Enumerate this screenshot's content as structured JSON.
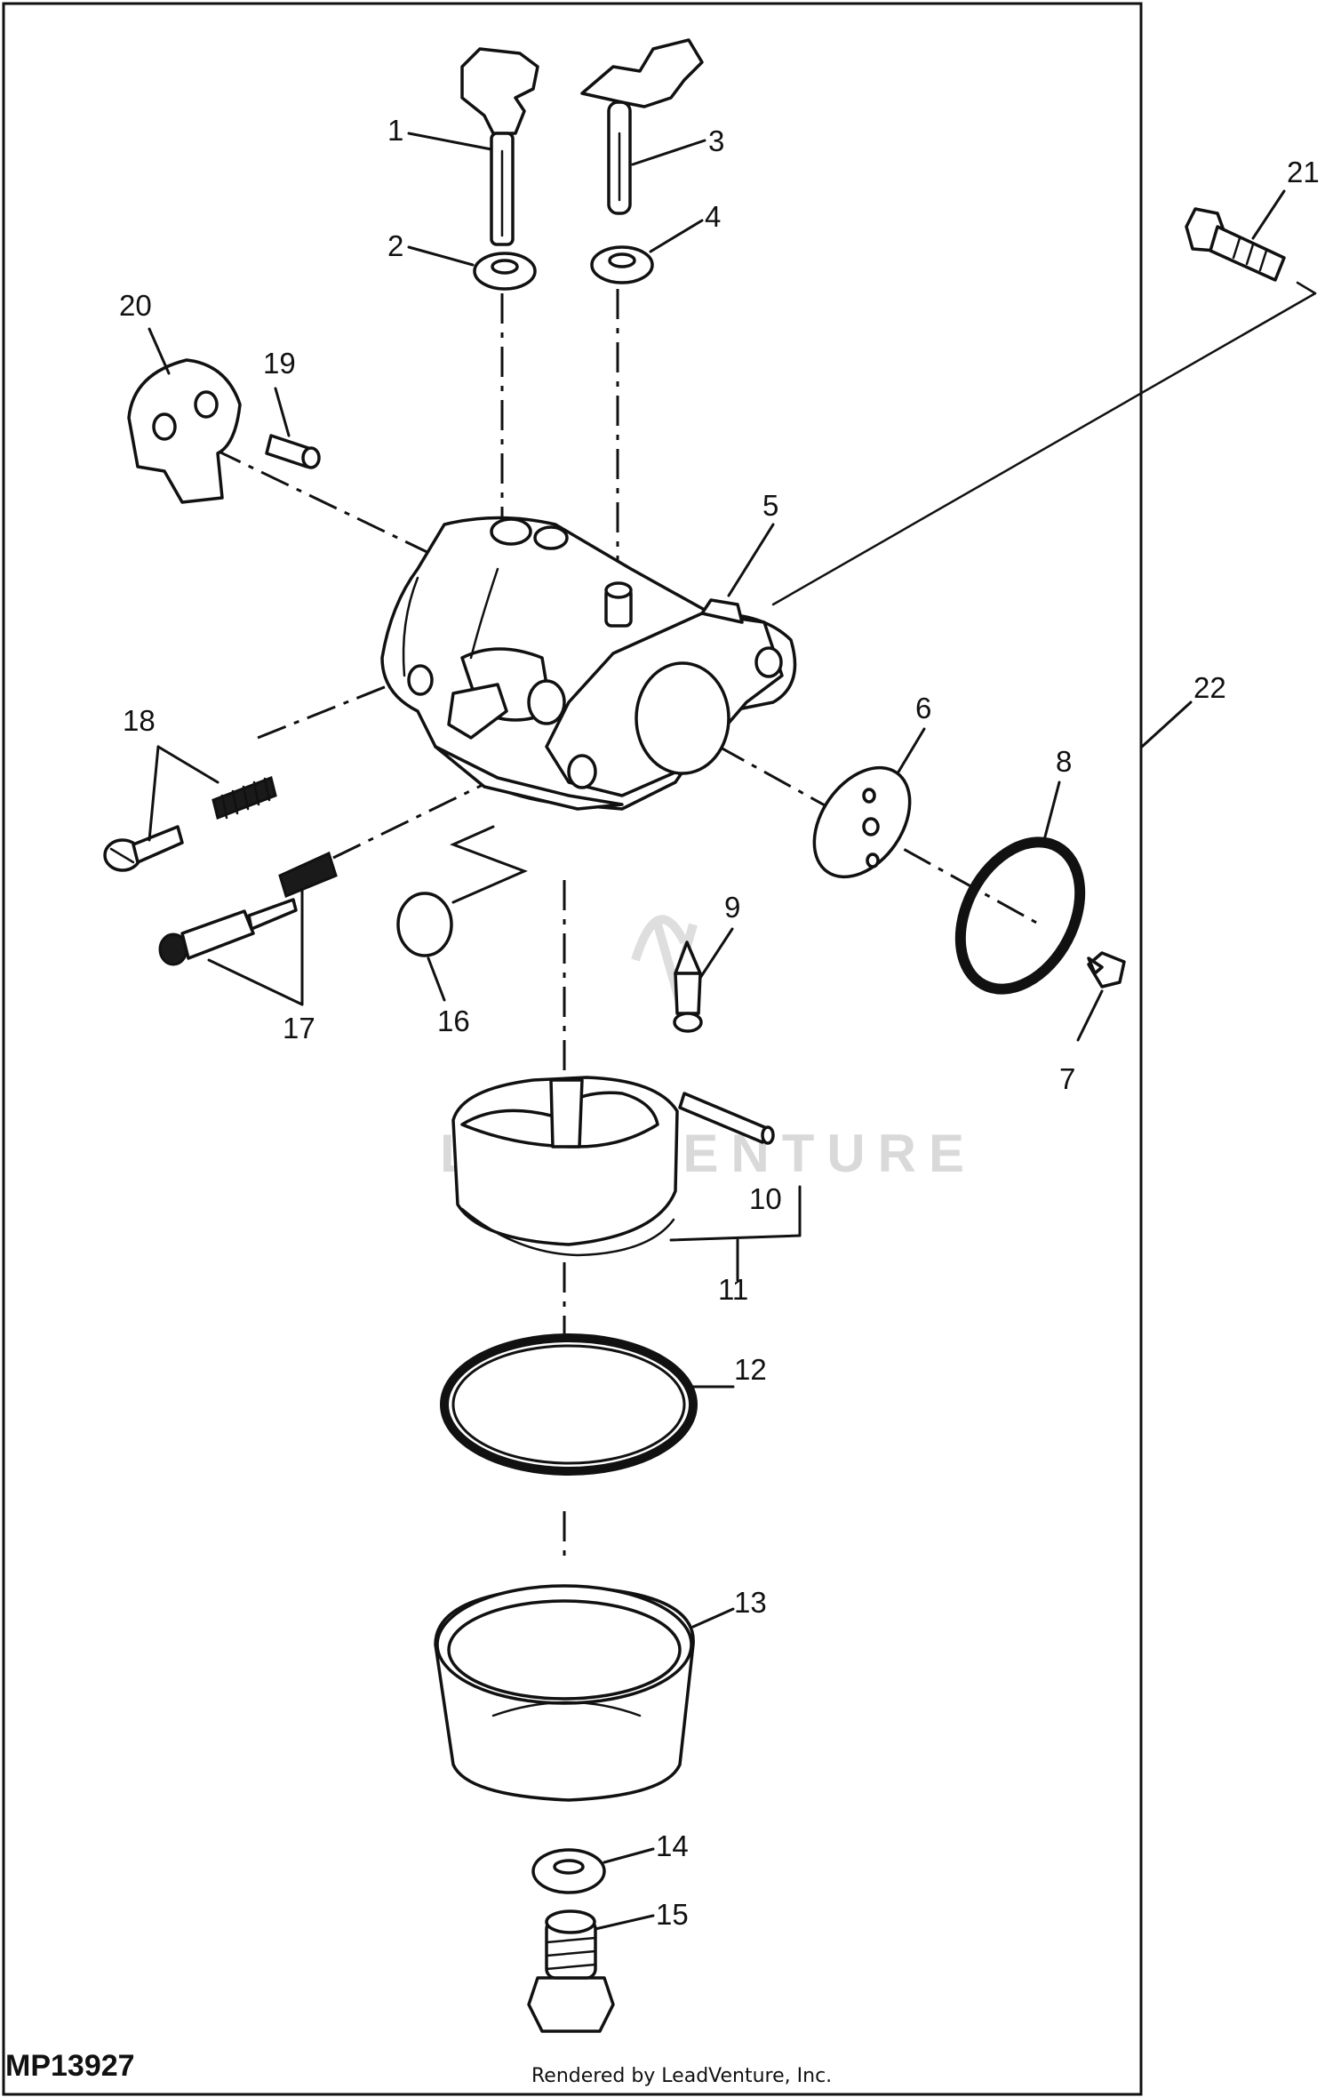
{
  "diagram_code": "MP13927",
  "credit": "Rendered by LeadVenture, Inc.",
  "watermark": "LEADVENTURE",
  "callouts": [
    {
      "id": "callout-1",
      "text": "1"
    },
    {
      "id": "callout-2",
      "text": "2"
    },
    {
      "id": "callout-3",
      "text": "3"
    },
    {
      "id": "callout-4",
      "text": "4"
    },
    {
      "id": "callout-5",
      "text": "5"
    },
    {
      "id": "callout-6",
      "text": "6"
    },
    {
      "id": "callout-7",
      "text": "7"
    },
    {
      "id": "callout-8",
      "text": "8"
    },
    {
      "id": "callout-9",
      "text": "9"
    },
    {
      "id": "callout-10",
      "text": "10"
    },
    {
      "id": "callout-11",
      "text": "11"
    },
    {
      "id": "callout-12",
      "text": "12"
    },
    {
      "id": "callout-13",
      "text": "13"
    },
    {
      "id": "callout-14",
      "text": "14"
    },
    {
      "id": "callout-15",
      "text": "15"
    },
    {
      "id": "callout-16",
      "text": "16"
    },
    {
      "id": "callout-17",
      "text": "17"
    },
    {
      "id": "callout-18",
      "text": "18"
    },
    {
      "id": "callout-19",
      "text": "19"
    },
    {
      "id": "callout-20",
      "text": "20"
    },
    {
      "id": "callout-21",
      "text": "21"
    },
    {
      "id": "callout-22",
      "text": "22"
    }
  ]
}
